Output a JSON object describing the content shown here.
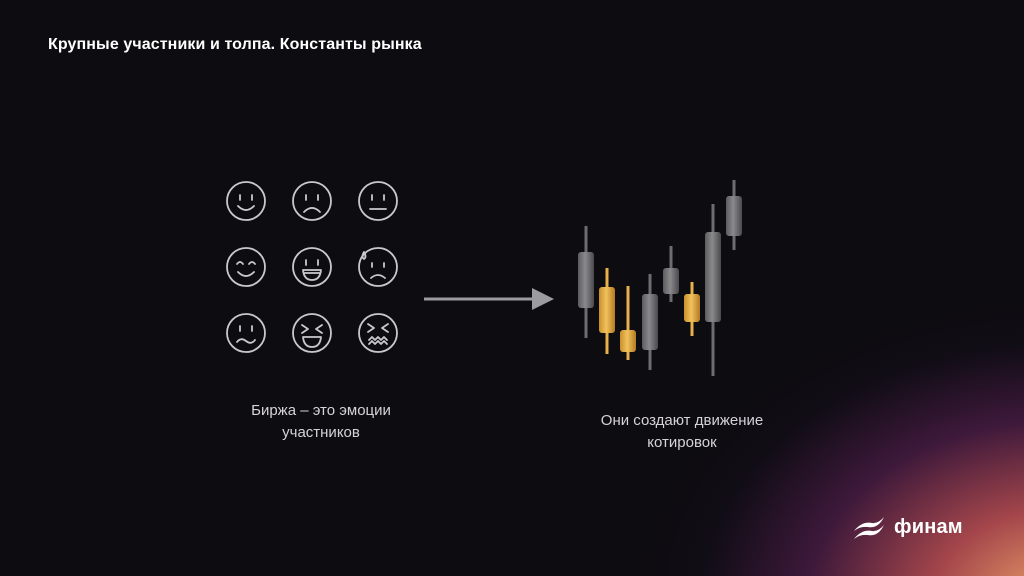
{
  "slide": {
    "title": "Крупные участники и толпа. Константы рынка"
  },
  "left_panel": {
    "caption_line1": "Биржа – это эмоции",
    "caption_line2": "участников",
    "emotions": [
      "smile-icon",
      "sad-icon",
      "neutral-icon",
      "content-icon",
      "grin-icon",
      "anxious-sweat-icon",
      "confused-icon",
      "laughing-squint-icon",
      "distressed-icon"
    ]
  },
  "right_panel": {
    "caption_line1": "Они создают движение",
    "caption_line2": "котировок"
  },
  "colors": {
    "background": "#0d0c10",
    "candle_grey": "#6d6d6f",
    "candle_gold": "#e8b14a",
    "icon_stroke": "#c9c9cc"
  },
  "brand": {
    "name": "финам"
  }
}
